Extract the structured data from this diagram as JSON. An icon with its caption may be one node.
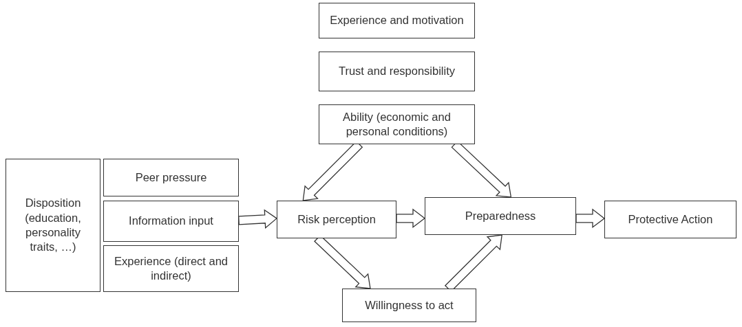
{
  "diagram": {
    "nodes": [
      {
        "text": [
          "Experience and motivation"
        ]
      },
      {
        "text": [
          "Trust and responsibility"
        ]
      },
      {
        "text": [
          "Ability (economic and personal conditions)"
        ]
      },
      {
        "text": [
          "Disposition (education, personality traits, …)"
        ]
      },
      {
        "text": [
          "Peer pressure"
        ]
      },
      {
        "text": [
          "Information input"
        ]
      },
      {
        "text": [
          "Experience (direct and indirect)"
        ]
      },
      {
        "text": [
          "Risk perception"
        ]
      },
      {
        "text": [
          "Preparedness"
        ]
      },
      {
        "text": [
          "Protective Action"
        ]
      },
      {
        "text": [
          "Willingness to act"
        ]
      }
    ],
    "edges": [
      {
        "from": 2,
        "to": 7,
        "arrow": "to"
      },
      {
        "from": 2,
        "to": 8,
        "arrow": "to"
      },
      {
        "from": 5,
        "to": 7,
        "arrow": "to"
      },
      {
        "from": 7,
        "to": 8,
        "arrow": "to"
      },
      {
        "from": 8,
        "to": 9,
        "arrow": "to"
      },
      {
        "from": 7,
        "to": 10,
        "arrow": "to"
      },
      {
        "from": 10,
        "to": 8,
        "arrow": "to"
      }
    ]
  }
}
